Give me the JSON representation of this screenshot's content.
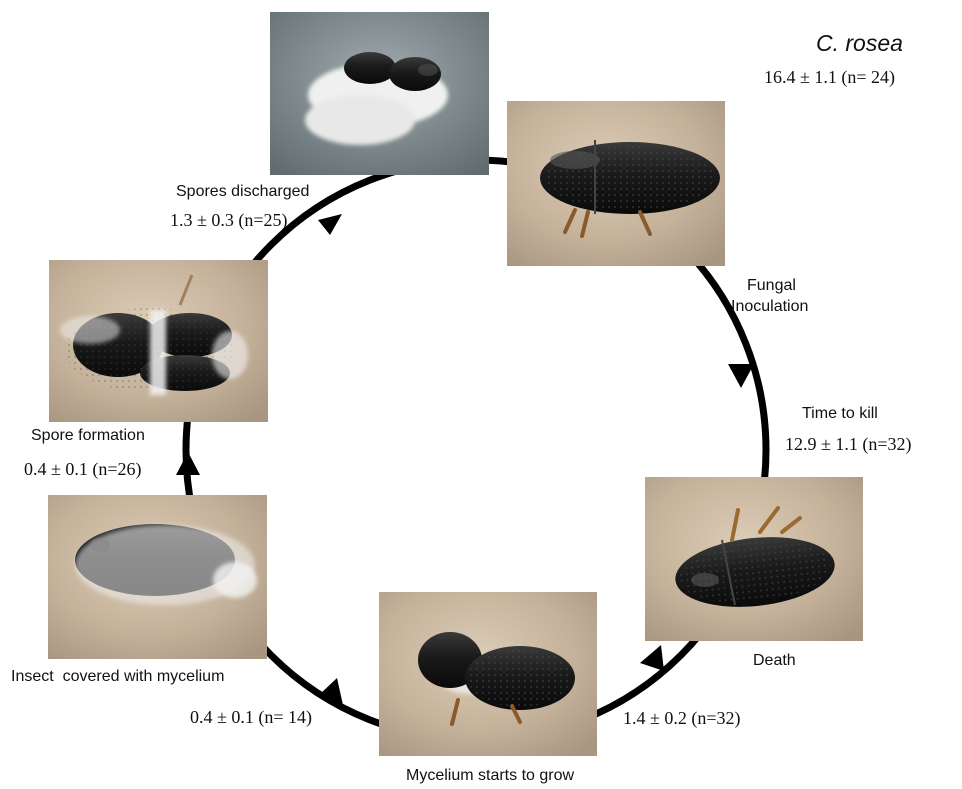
{
  "header": {
    "species": "C. rosea",
    "total_duration": "16.4 ± 1.1 (n= 24)"
  },
  "stages": {
    "inoculation": {
      "label_line1": "Fungal",
      "label_line2": "Inoculation"
    },
    "death": {
      "label": "Death",
      "kill_label": "Time to kill",
      "kill_value": "12.9 ± 1.1 (n=32)"
    },
    "mycelium_grow": {
      "label": "Mycelium starts to grow",
      "duration_before": "1.4 ± 0.2 (n=32)"
    },
    "insect_covered": {
      "label": "Insect  covered with mycelium",
      "duration_before": "0.4 ± 0.1 (n= 14)"
    },
    "spore_formation": {
      "label": "Spore formation",
      "duration_before": "0.4 ± 0.1 (n=26)"
    },
    "spores_discharged": {
      "label": "Spores discharged",
      "duration_before": "1.3 ± 0.3 (n=25)"
    }
  },
  "colors": {
    "cycle": "#000000",
    "beetle": "#1a1a1a",
    "photo_background": "#c9b8a2",
    "mycelium": "#f2f2f2",
    "sporulation_background": "#7d8a8d"
  }
}
